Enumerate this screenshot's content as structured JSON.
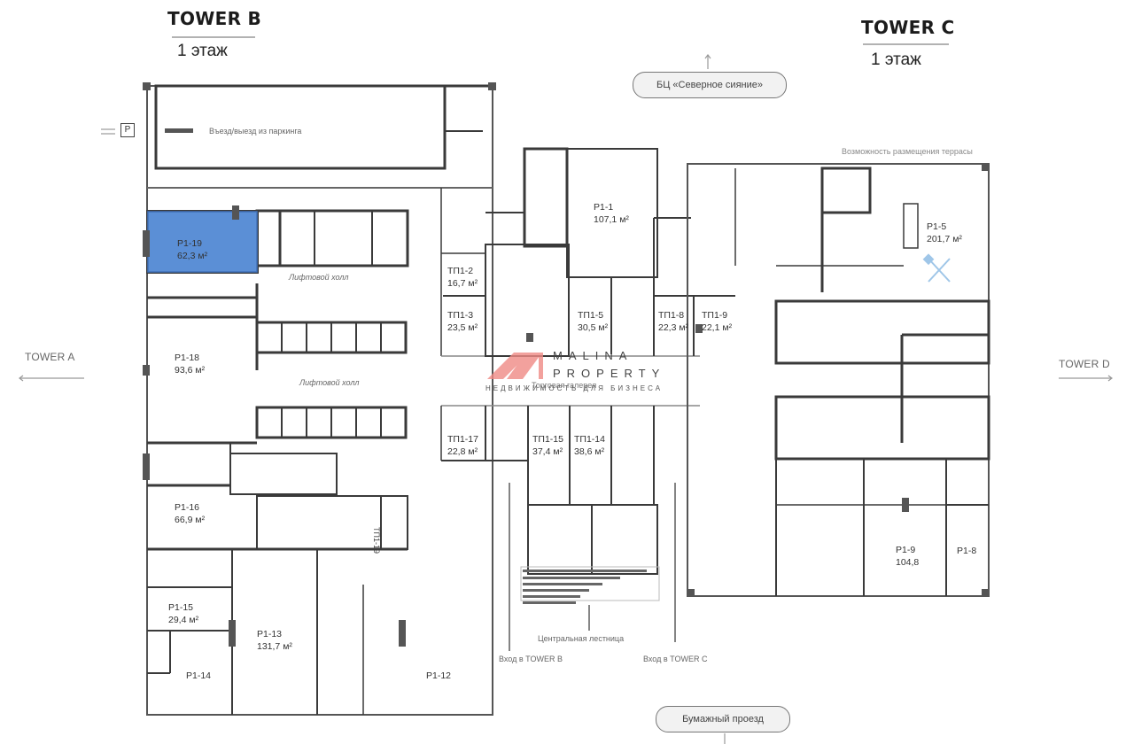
{
  "towers": {
    "b": {
      "title": "TOWER B",
      "floor": "1 этаж"
    },
    "c": {
      "title": "TOWER C",
      "floor": "1 этаж"
    }
  },
  "directions": {
    "tower_a": "TOWER A",
    "tower_d": "TOWER D"
  },
  "landmarks": {
    "north": "БЦ «Северное сияние»",
    "south": "Бумажный проезд",
    "terrace_note": "Возможность размещения террасы",
    "parking": "Въезд/выезд из паркинга",
    "parking_icon_label": "P",
    "lift_hall_1": "Лифтовой холл",
    "lift_hall_2": "Лифтовой холл",
    "gallery": "Торговая галерея",
    "central_stair": "Центральная лестница",
    "entrance_b": "Вход в TOWER B",
    "entrance_c": "Вход в TOWER C",
    "tp1_19": "ТП1-19"
  },
  "rooms": [
    {
      "id": "Р1-19",
      "area": "62,3 м²",
      "highlighted": true
    },
    {
      "id": "Р1-18",
      "area": "93,6 м²"
    },
    {
      "id": "Р1-16",
      "area": "66,9 м²"
    },
    {
      "id": "Р1-15",
      "area": "29,4 м²"
    },
    {
      "id": "Р1-14",
      "area": ""
    },
    {
      "id": "Р1-13",
      "area": "131,7 м²"
    },
    {
      "id": "Р1-12",
      "area": ""
    },
    {
      "id": "Р1-1",
      "area": "107,1 м²"
    },
    {
      "id": "ТП1-2",
      "area": "16,7 м²"
    },
    {
      "id": "ТП1-3",
      "area": "23,5 м²"
    },
    {
      "id": "ТП1-5",
      "area": "30,5 м²"
    },
    {
      "id": "ТП1-8",
      "area": "22,3 м²"
    },
    {
      "id": "ТП1-9",
      "area": "22,1 м²"
    },
    {
      "id": "ТП1-17",
      "area": "22,8 м²"
    },
    {
      "id": "ТП1-15",
      "area": "37,4 м²"
    },
    {
      "id": "ТП1-14",
      "area": "38,6 м²"
    },
    {
      "id": "Р1-5",
      "area": "201,7 м²"
    },
    {
      "id": "Р1-9",
      "area": "104,8"
    },
    {
      "id": "Р1-8",
      "area": ""
    }
  ],
  "watermark": {
    "line1": "MALINA",
    "line2": "PROPERTY",
    "line3": "НЕДВИЖИМОСТЬ ДЛЯ БИЗНЕСА"
  },
  "colors": {
    "highlight": "#5b8fd6",
    "wall": "#3a3a3a",
    "watermark": "#e0534f"
  }
}
